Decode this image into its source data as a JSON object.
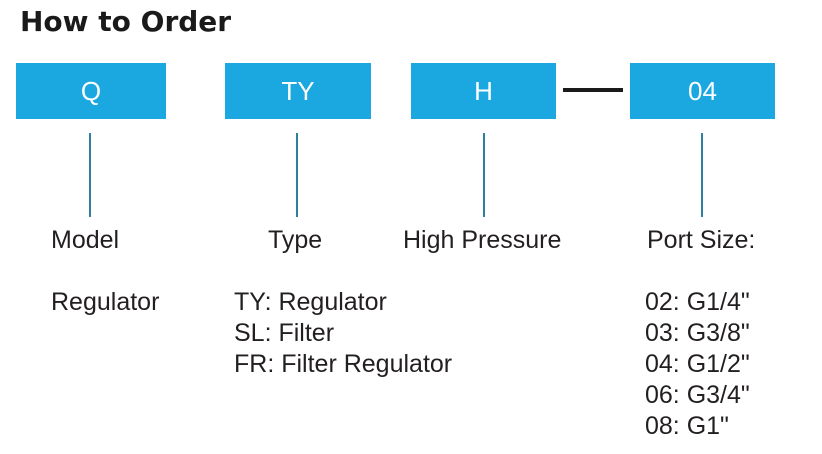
{
  "title": "How to Order",
  "colors": {
    "box_blue": "#1BA8E0",
    "connector_teal": "#2E7F9F",
    "separator_black": "#1A1A1A",
    "text": "#231F20"
  },
  "order_code": {
    "separator": "—",
    "segments": [
      {
        "code": "Q",
        "label": "Model",
        "options": [
          "Regulator"
        ]
      },
      {
        "code": "TY",
        "label": "Type",
        "options": [
          "TY: Regulator",
          "SL: Filter",
          "FR: Filter Regulator"
        ]
      },
      {
        "code": "H",
        "label": "High Pressure",
        "options": []
      },
      {
        "code": "04",
        "label": "Port Size:",
        "options": [
          "02: G1/4\"",
          "03: G3/8\"",
          "04: G1/2\"",
          "06: G3/4\"",
          "08: G1\""
        ]
      }
    ]
  }
}
